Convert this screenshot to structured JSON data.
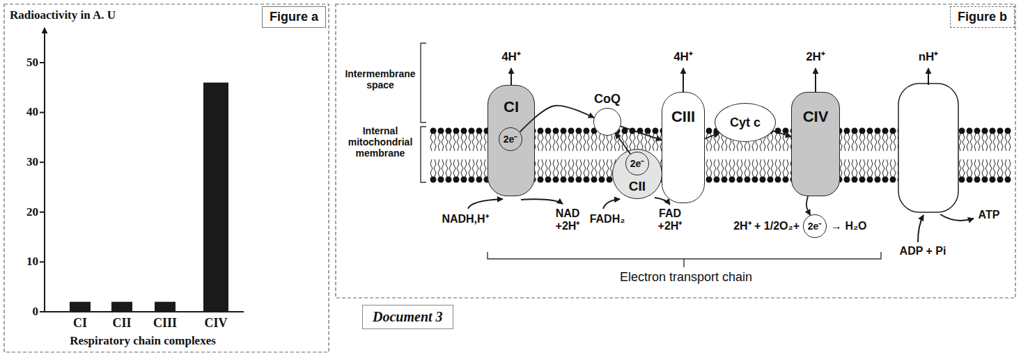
{
  "diagram": {
    "nodes": [
      {
        "text": [
          "Figure a"
        ]
      },
      {
        "text": [
          "Figure b"
        ]
      },
      {
        "text": [
          "CI"
        ]
      },
      {
        "text": [
          "2e⁻"
        ],
        "in": 2
      },
      {
        "text": [
          "CoQ"
        ]
      },
      {
        "text": [
          "CII"
        ]
      },
      {
        "text": [
          "2e⁻"
        ],
        "in": 5
      },
      {
        "text": [
          "CIII"
        ]
      },
      {
        "text": [
          "Cyt c"
        ]
      },
      {
        "text": [
          "CIV"
        ]
      },
      {
        "text": [
          "2e⁻"
        ]
      },
      {
        "text": [
          "Document 3"
        ]
      }
    ],
    "edges": [
      {
        "from": 3,
        "to": 4,
        "arrow": "to"
      },
      {
        "from": 6,
        "to": 4,
        "arrow": "to"
      },
      {
        "from": 4,
        "to": 7,
        "arrow": "to"
      },
      {
        "from": 7,
        "to": 8,
        "arrow": "to"
      },
      {
        "from": 8,
        "to": 9,
        "arrow": "to"
      },
      {
        "from": 9,
        "to": 10,
        "arrow": "to"
      }
    ],
    "labels": [
      "Radioactivity in A. U",
      "50",
      "40",
      "30",
      "20",
      "10",
      "0",
      "CI",
      "CII",
      "CIII",
      "CIV",
      "Respiratory chain complexes",
      "Intermembrane space",
      "Internal mitochondrial membrane",
      "4H⁺",
      "4H⁺",
      "2H⁺",
      "nH⁺",
      "NADH,H⁺",
      "NAD +2H⁺",
      "FADH₂",
      "FAD +2H⁺",
      "2H⁺ + 1/2O₂+",
      "→ H₂O",
      "ATP",
      "ADP + Pi",
      "Electron transport chain"
    ]
  }
}
